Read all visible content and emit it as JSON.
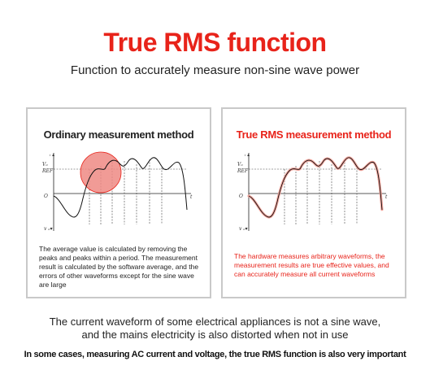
{
  "header": {
    "title": "True RMS function",
    "subtitle": "Function to accurately measure non-sine wave power"
  },
  "left_panel": {
    "title": "Ordinary measurement method",
    "description": "The average value is calculated by removing the peaks and peaks within a period. The measurement result is calculated by the software average, and the errors of other waveforms except for the sine wave are large",
    "axis": {
      "top": "ᵢ ▴",
      "v": "Vₒ",
      "ref": "REF",
      "origin": "O",
      "t": "t",
      "bottom": "v ₒ▾"
    }
  },
  "right_panel": {
    "title": "True RMS measurement method",
    "description": "The hardware measures arbitrary waveforms, the measurement results are true effective values, and can accurately measure all current waveforms",
    "axis": {
      "top": "ᵢ ▴",
      "v": "Vₒ",
      "ref": "REF",
      "origin": "O",
      "t": "t",
      "bottom": "v ₒ▾"
    }
  },
  "footer": {
    "line1": "The current waveform of some electrical appliances is not a sine wave,",
    "line2": "and the mains electricity is also distorted when not in use",
    "line3": "In some cases, measuring AC current and voltage, the true RMS function is also very important"
  },
  "colors": {
    "accent": "#e8231a",
    "border": "#c9c9c9",
    "highlight": "#ef8a84",
    "dots": "#f3a59c"
  }
}
